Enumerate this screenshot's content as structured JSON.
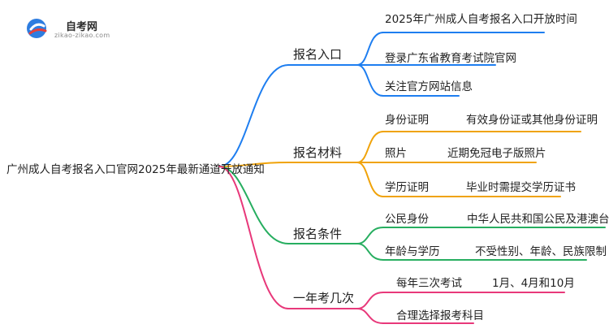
{
  "logo": {
    "title": "自考网",
    "url": "zikao-zikao.com"
  },
  "root": "广州成人自考报名入口官网2025年最新通道开放通知",
  "branches": [
    {
      "label": "报名入口",
      "color": "#1e7ef0",
      "items": [
        {
          "label": "2025年广州成人自考报名入口开放时间"
        },
        {
          "label": "登录广东省教育考试院官网"
        },
        {
          "label": "关注官方网站信息"
        }
      ]
    },
    {
      "label": "报名材料",
      "color": "#f0a30a",
      "items": [
        {
          "label": "身份证明",
          "detail": "有效身份证或其他身份证明"
        },
        {
          "label": "照片",
          "detail": "近期免冠电子版照片"
        },
        {
          "label": "学历证明",
          "detail": "毕业时需提交学历证书"
        }
      ]
    },
    {
      "label": "报名条件",
      "color": "#27ae60",
      "items": [
        {
          "label": "公民身份",
          "detail": "中华人民共和国公民及港澳台居民"
        },
        {
          "label": "年龄与学历",
          "detail": "不受性别、年龄、民族限制"
        }
      ]
    },
    {
      "label": "一年考几次",
      "color": "#e8387a",
      "items": [
        {
          "label": "每年三次考试",
          "detail": "1月、4月和10月"
        },
        {
          "label": "合理选择报考科目"
        }
      ]
    }
  ]
}
